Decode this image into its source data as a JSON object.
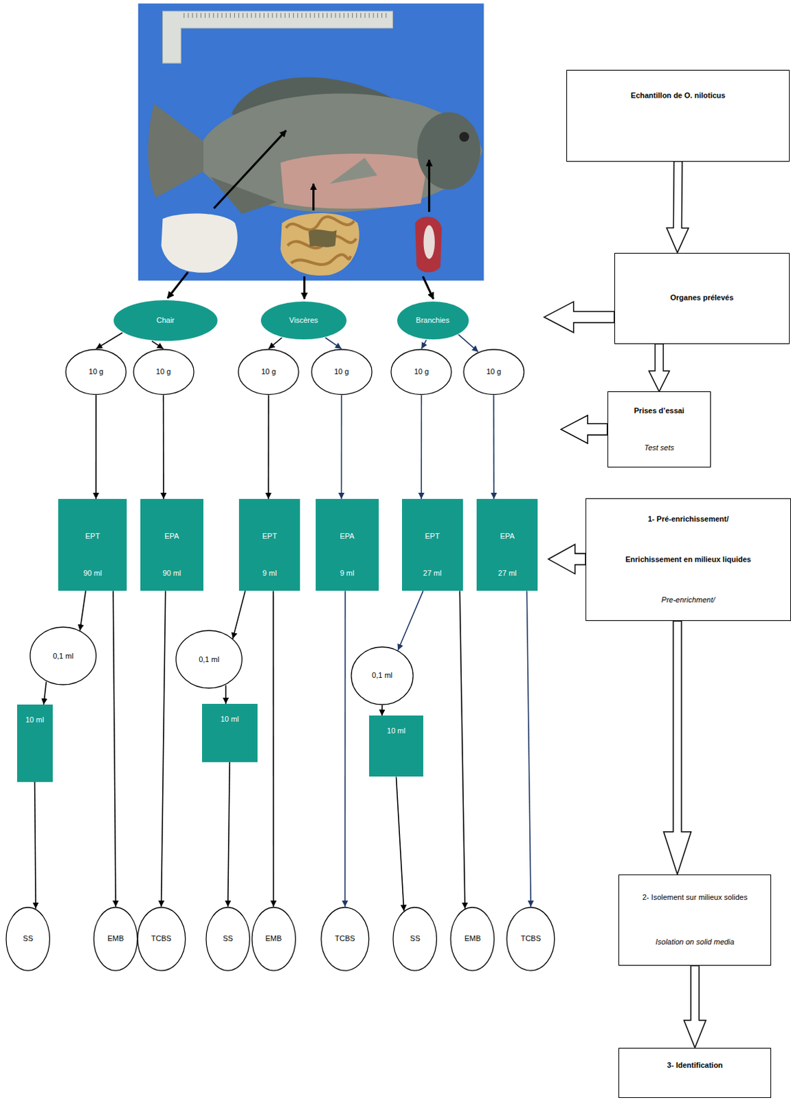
{
  "diagram": {
    "nodes": [
      {
        "text": [
          "Echantillon de O. niloticus"
        ]
      },
      {
        "text": [
          "Chair"
        ]
      },
      {
        "text": [
          "Viscères"
        ]
      },
      {
        "text": [
          "Branchies"
        ]
      },
      {
        "text": [
          "Organes prélevés"
        ]
      },
      {
        "text": [
          "10 g"
        ]
      },
      {
        "text": [
          "10 g"
        ]
      },
      {
        "text": [
          "10 g"
        ]
      },
      {
        "text": [
          "10 g"
        ]
      },
      {
        "text": [
          "10 g"
        ]
      },
      {
        "text": [
          "10 g"
        ]
      },
      {
        "text": [
          "Prises d’essai",
          "Test sets"
        ]
      },
      {
        "text": [
          "EPT",
          "90 ml"
        ]
      },
      {
        "text": [
          "EPA",
          "90 ml"
        ]
      },
      {
        "text": [
          "EPT",
          "9 ml"
        ]
      },
      {
        "text": [
          "EPA",
          "9 ml"
        ]
      },
      {
        "text": [
          "EPT",
          "27 ml"
        ]
      },
      {
        "text": [
          "EPA",
          "27 ml"
        ]
      },
      {
        "text": [
          "1- Pré-enrichissement/",
          "Enrichissement en milieux liquides",
          "Pre-enrichment/"
        ]
      },
      {
        "text": [
          "0,1 ml"
        ]
      },
      {
        "text": [
          "0,1 ml"
        ]
      },
      {
        "text": [
          "0,1 ml"
        ]
      },
      {
        "text": [
          "10 ml"
        ]
      },
      {
        "text": [
          "10 ml"
        ]
      },
      {
        "text": [
          "10 ml"
        ]
      },
      {
        "text": [
          "SS"
        ]
      },
      {
        "text": [
          "EMB"
        ]
      },
      {
        "text": [
          "TCBS"
        ]
      },
      {
        "text": [
          "SS"
        ]
      },
      {
        "text": [
          "EMB"
        ]
      },
      {
        "text": [
          "TCBS"
        ]
      },
      {
        "text": [
          "SS"
        ]
      },
      {
        "text": [
          "EMB"
        ]
      },
      {
        "text": [
          "TCBS"
        ]
      },
      {
        "text": [
          "2- Isolement sur milieux solides",
          "Isolation on solid media"
        ]
      },
      {
        "text": [
          "3- Identification"
        ]
      }
    ],
    "edges": [
      {
        "from": 0,
        "to": 4,
        "arrow": "to"
      },
      {
        "from": 4,
        "to": 11,
        "arrow": "to"
      },
      {
        "from": 18,
        "to": 34,
        "arrow": "to"
      },
      {
        "from": 34,
        "to": 35,
        "arrow": "to"
      },
      {
        "from": 1,
        "to": 5,
        "arrow": "to"
      },
      {
        "from": 1,
        "to": 6,
        "arrow": "to"
      },
      {
        "from": 2,
        "to": 7,
        "arrow": "to"
      },
      {
        "from": 2,
        "to": 8,
        "arrow": "to"
      },
      {
        "from": 3,
        "to": 9,
        "arrow": "to"
      },
      {
        "from": 3,
        "to": 10,
        "arrow": "to"
      },
      {
        "from": 5,
        "to": 12,
        "arrow": "to"
      },
      {
        "from": 6,
        "to": 13,
        "arrow": "to"
      },
      {
        "from": 7,
        "to": 14,
        "arrow": "to"
      },
      {
        "from": 8,
        "to": 15,
        "arrow": "to"
      },
      {
        "from": 9,
        "to": 16,
        "arrow": "to"
      },
      {
        "from": 10,
        "to": 17,
        "arrow": "to"
      },
      {
        "from": 12,
        "to": 19,
        "arrow": "to"
      },
      {
        "from": 12,
        "to": 26,
        "arrow": "to"
      },
      {
        "from": 13,
        "to": 27,
        "arrow": "to"
      },
      {
        "from": 14,
        "to": 20,
        "arrow": "to"
      },
      {
        "from": 14,
        "to": 29,
        "arrow": "to"
      },
      {
        "from": 15,
        "to": 30,
        "arrow": "to"
      },
      {
        "from": 16,
        "to": 21,
        "arrow": "to"
      },
      {
        "from": 16,
        "to": 32,
        "arrow": "to"
      },
      {
        "from": 17,
        "to": 33,
        "arrow": "to"
      },
      {
        "from": 19,
        "to": 22,
        "arrow": "to"
      },
      {
        "from": 20,
        "to": 23,
        "arrow": "to"
      },
      {
        "from": 21,
        "to": 24,
        "arrow": "to"
      },
      {
        "from": 22,
        "to": 25,
        "arrow": "to"
      },
      {
        "from": 23,
        "to": 28,
        "arrow": "to"
      },
      {
        "from": 24,
        "to": 31,
        "arrow": "to"
      }
    ]
  }
}
